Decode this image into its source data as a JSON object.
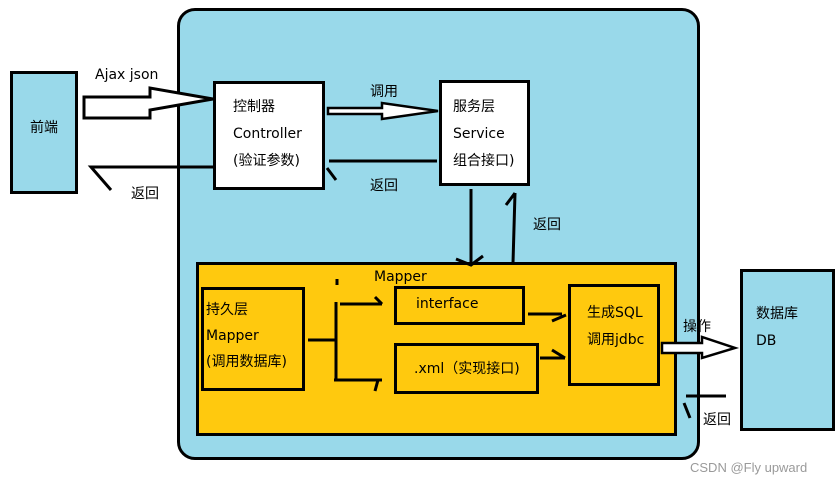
{
  "colors": {
    "container_fill": "#99d9ea",
    "mapper_fill": "#ffc90e",
    "box_fill_white": "#ffffff",
    "stroke": "#000000",
    "watermark": "#9a9a9a"
  },
  "frontend": {
    "label": "前端"
  },
  "request_arrow": {
    "label": "Ajax json"
  },
  "controller": {
    "line1": "控制器",
    "line2": "Controller",
    "line3": "(验证参数)"
  },
  "service": {
    "line1": "服务层",
    "line2": "Service",
    "line3": "组合接口)"
  },
  "arrows": {
    "call_label": "调用",
    "return_controller_label": "返回",
    "return_frontend_label": "返回",
    "return_service_label": "返回",
    "operate_label": "操作",
    "return_db_label": "返回"
  },
  "mapper_group": {
    "title": "Mapper",
    "persistence": {
      "line1": "持久层",
      "line2": "Mapper",
      "line3": "(调用数据库)"
    },
    "interface_box": {
      "label": "interface"
    },
    "xml_box": {
      "label": ".xml（实现接口)"
    },
    "sql_box": {
      "line1": "生成SQL",
      "line2": "调用jdbc"
    }
  },
  "database": {
    "line1": "数据库",
    "line2": "DB"
  },
  "watermark": "CSDN @Fly upward"
}
